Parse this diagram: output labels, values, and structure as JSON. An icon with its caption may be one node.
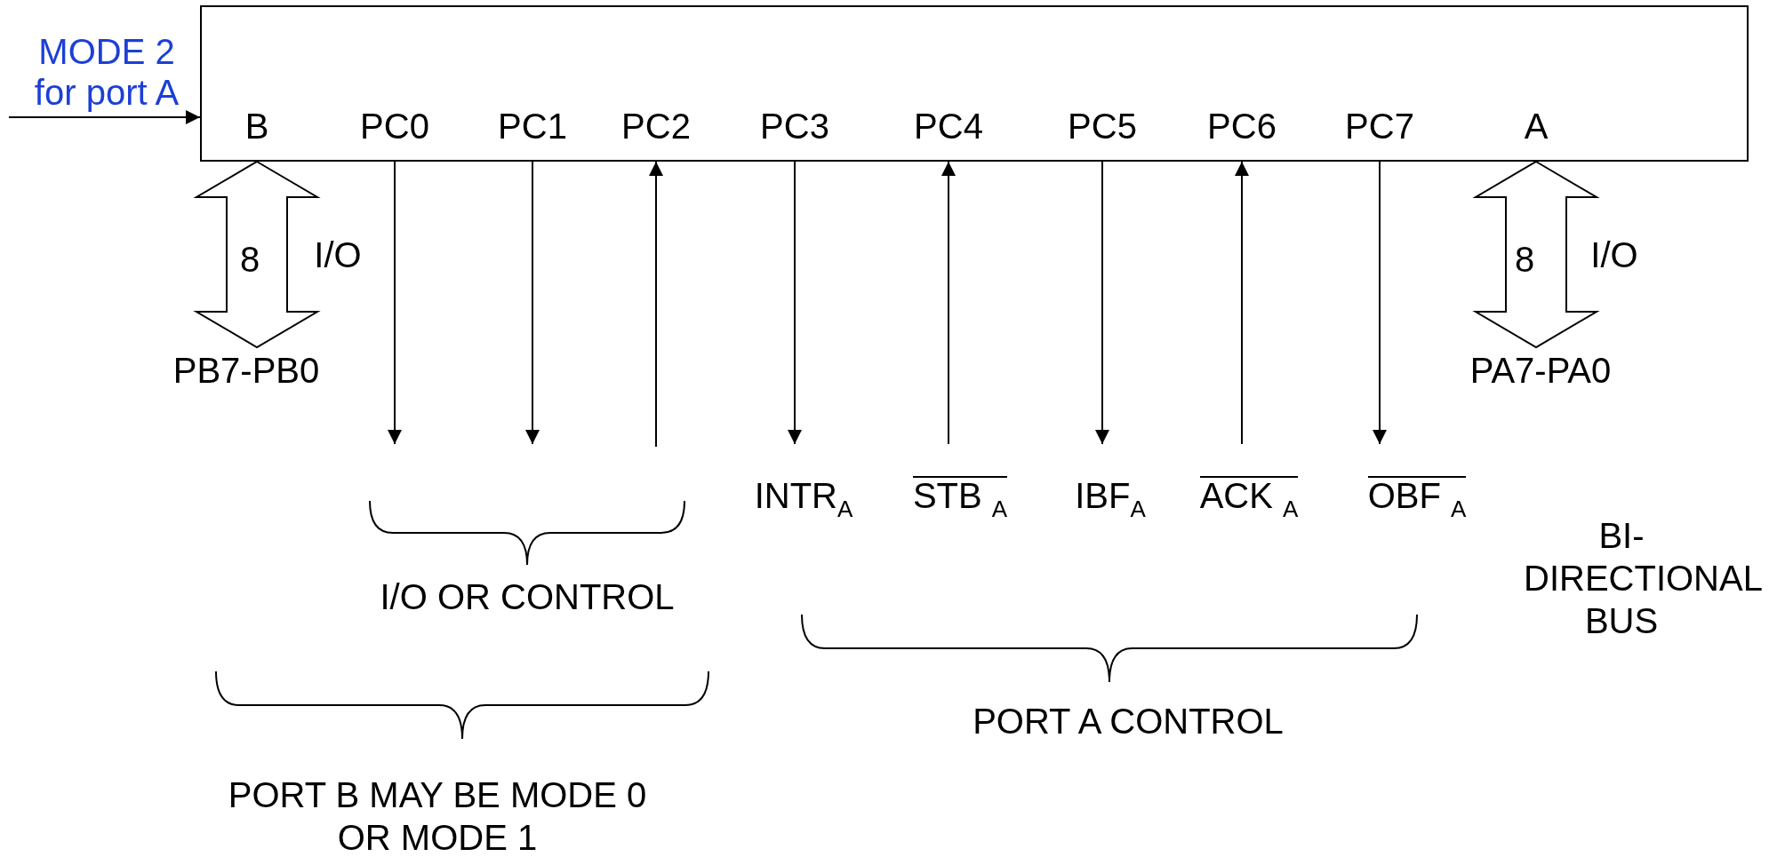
{
  "diagram": {
    "nodes": [
      {
        "text": [],
        "shape": "box"
      },
      {
        "text": [
          "B"
        ],
        "in": 0
      },
      {
        "text": [
          "PC0"
        ],
        "in": 0
      },
      {
        "text": [
          "PC1"
        ],
        "in": 0
      },
      {
        "text": [
          "PC2"
        ],
        "in": 0
      },
      {
        "text": [
          "PC3"
        ],
        "in": 0
      },
      {
        "text": [
          "PC4"
        ],
        "in": 0
      },
      {
        "text": [
          "PC5"
        ],
        "in": 0
      },
      {
        "text": [
          "PC6"
        ],
        "in": 0
      },
      {
        "text": [
          "PC7"
        ],
        "in": 0
      },
      {
        "text": [
          "A"
        ],
        "in": 0
      },
      {
        "text": [
          "PB7-PB0"
        ]
      },
      {
        "text": [
          "PA7-PA0"
        ]
      },
      {
        "text": [
          "INTR$_{A}$"
        ]
      },
      {
        "text": [
          "STB $_{A}$"
        ]
      },
      {
        "text": [
          "IBF$_{A}$"
        ]
      },
      {
        "text": [
          "ACK $_{A}$"
        ]
      },
      {
        "text": [
          "OBF $_{A}$"
        ]
      }
    ],
    "edges": [
      {
        "from": null,
        "to": 0,
        "arrow": "to"
      },
      {
        "from": 1,
        "to": 11,
        "arrow": "both",
        "style": "thick",
        "label": "8"
      },
      {
        "from": 10,
        "to": 12,
        "arrow": "both",
        "style": "thick",
        "label": "8"
      },
      {
        "from": 2,
        "to": null,
        "arrow": "to"
      },
      {
        "from": 3,
        "to": null,
        "arrow": "to"
      },
      {
        "from": null,
        "to": 4,
        "arrow": "to"
      },
      {
        "from": 5,
        "to": 13,
        "arrow": "to"
      },
      {
        "from": 14,
        "to": 6,
        "arrow": "to"
      },
      {
        "from": 7,
        "to": 15,
        "arrow": "to"
      },
      {
        "from": 16,
        "to": 8,
        "arrow": "to"
      },
      {
        "from": 9,
        "to": 17,
        "arrow": "to"
      }
    ],
    "labels": [
      "MODE 2 for port A",
      "I/O",
      "I/O",
      "BI-DIRECTIONAL BUS",
      "I/O OR CONTROL",
      "PORT A CONTROL",
      "PORT B MAY BE MODE 0 OR MODE 1"
    ]
  }
}
